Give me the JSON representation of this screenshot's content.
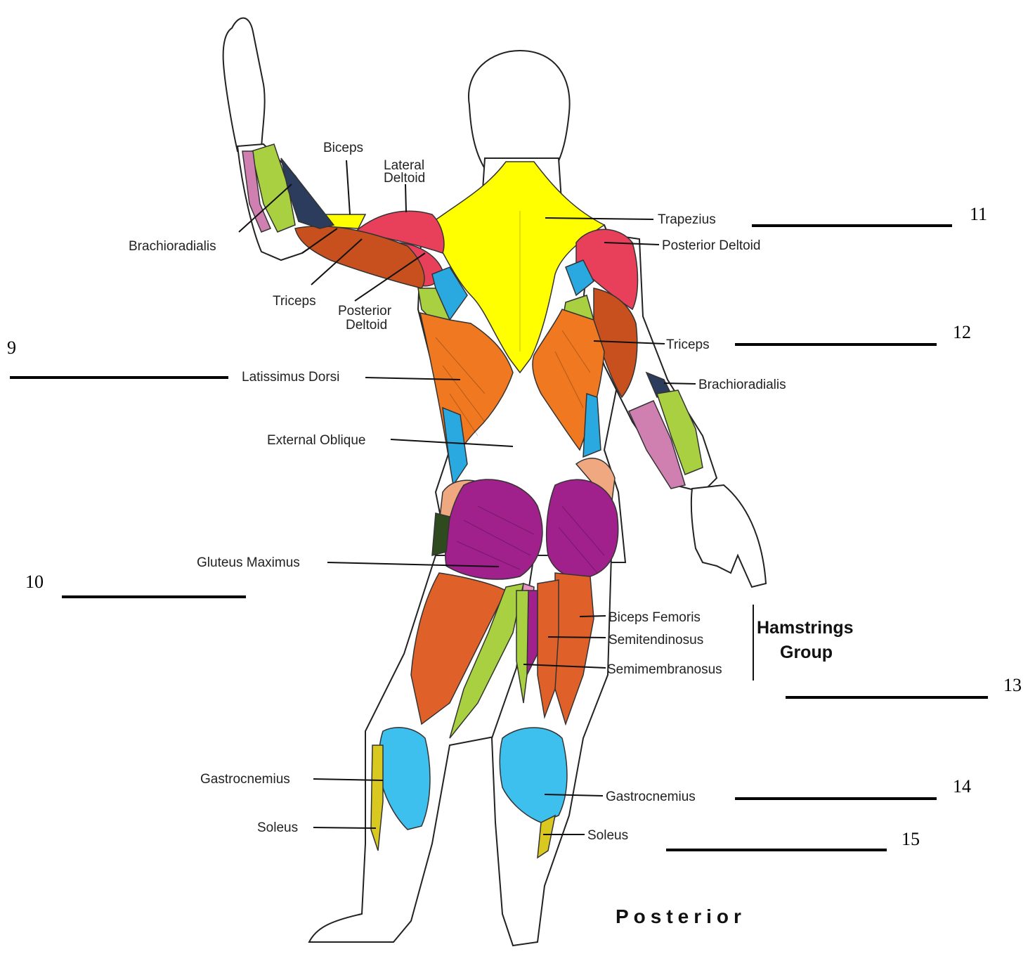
{
  "title": "Posterior",
  "group": {
    "line1": "Hamstrings",
    "line2": "Group"
  },
  "labels": {
    "biceps_left": "Biceps",
    "lateral_deltoid_1": "Lateral",
    "lateral_deltoid_2": "Deltoid",
    "brachioradialis_left": "Brachioradialis",
    "triceps_left": "Triceps",
    "posterior_deltoid_left_1": "Posterior",
    "posterior_deltoid_left_2": "Deltoid",
    "trapezius": "Trapezius",
    "posterior_deltoid_right": "Posterior Deltoid",
    "triceps_right": "Triceps",
    "brachioradialis_right": "Brachioradialis",
    "latissimus_dorsi": "Latissimus Dorsi",
    "external_oblique": "External Oblique",
    "gluteus_maximus": "Gluteus Maximus",
    "biceps_femoris": "Biceps Femoris",
    "semitendinosus": "Semitendinosus",
    "semimembranosus": "Semimembranosus",
    "gastrocnemius_left": "Gastrocnemius",
    "soleus_left": "Soleus",
    "gastrocnemius_right": "Gastrocnemius",
    "soleus_right": "Soleus"
  },
  "blanks": {
    "n9": "9",
    "n10": "10",
    "n11": "11",
    "n12": "12",
    "n13": "13",
    "n14": "14",
    "n15": "15"
  },
  "colors": {
    "trapezius": "#ffff00",
    "deltoid": "#e8405a",
    "triceps": "#c8501e",
    "latissimus": "#f07820",
    "oblique": "#2aa8e0",
    "gluteus": "#a0208c",
    "hamstring": "#e0602a",
    "gastrocnemius": "#3ec0ee",
    "soleus": "#d8c820",
    "forearm_green": "#a8d040",
    "forearm_pink": "#d080b0",
    "forearm_navy": "#2c3c5c",
    "gluteus_medius": "#f0a880"
  }
}
